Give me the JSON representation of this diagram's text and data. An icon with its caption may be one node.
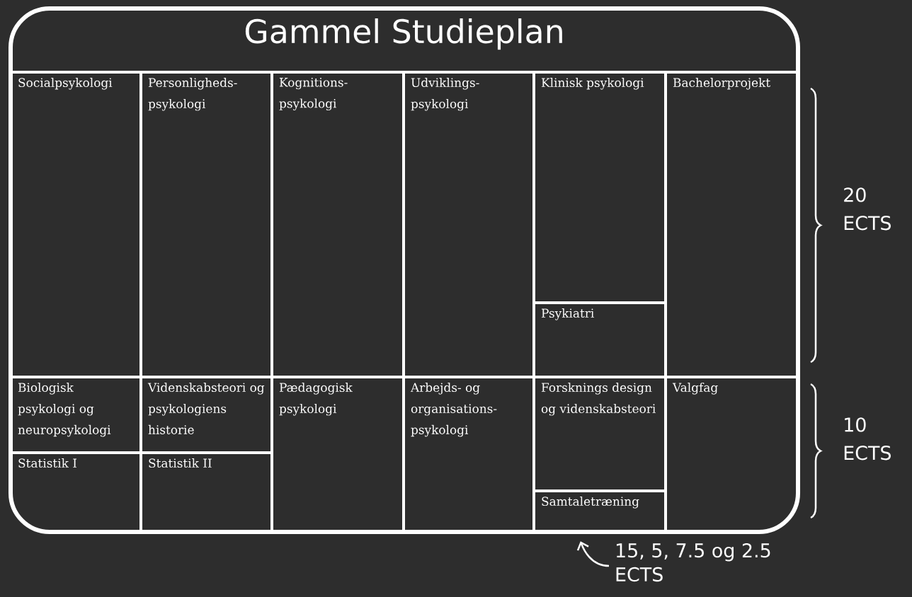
{
  "diagram": {
    "nodes": [
      {
        "text": [
          "Gammel Studieplan"
        ]
      },
      {
        "text": [
          "Socialpsykologi"
        ],
        "in": 0
      },
      {
        "text": [
          "Personligheds- psykologi"
        ],
        "in": 0
      },
      {
        "text": [
          "Kognitions- psykologi"
        ],
        "in": 0
      },
      {
        "text": [
          "Udviklings- psykologi"
        ],
        "in": 0
      },
      {
        "text": [
          "Klinisk psykologi"
        ],
        "in": 0
      },
      {
        "text": [
          "Bachelorprojekt"
        ],
        "in": 0
      },
      {
        "text": [
          "Psykiatri"
        ],
        "in": 0
      },
      {
        "text": [
          "Biologisk psykologi og neuropsykologi"
        ],
        "in": 0
      },
      {
        "text": [
          "Videnskabsteori og psykologiens historie"
        ],
        "in": 0
      },
      {
        "text": [
          "Pædagogisk psykologi"
        ],
        "in": 0
      },
      {
        "text": [
          "Arbejds- og organisations- psykologi"
        ],
        "in": 0
      },
      {
        "text": [
          "Forsknings design og videnskabsteori"
        ],
        "in": 0
      },
      {
        "text": [
          "Valgfag"
        ],
        "in": 0
      },
      {
        "text": [
          "Statistik I"
        ],
        "in": 0
      },
      {
        "text": [
          "Statistik II"
        ],
        "in": 0
      },
      {
        "text": [
          "Samtaletræning"
        ],
        "in": 0
      },
      {
        "text": [
          "15, 5, 7.5 og 2.5 ECTS"
        ]
      }
    ],
    "edges": [
      {
        "from": 17,
        "to": 16,
        "arrow": "to"
      }
    ],
    "labels": [
      "20 ECTS",
      "10 ECTS"
    ]
  }
}
